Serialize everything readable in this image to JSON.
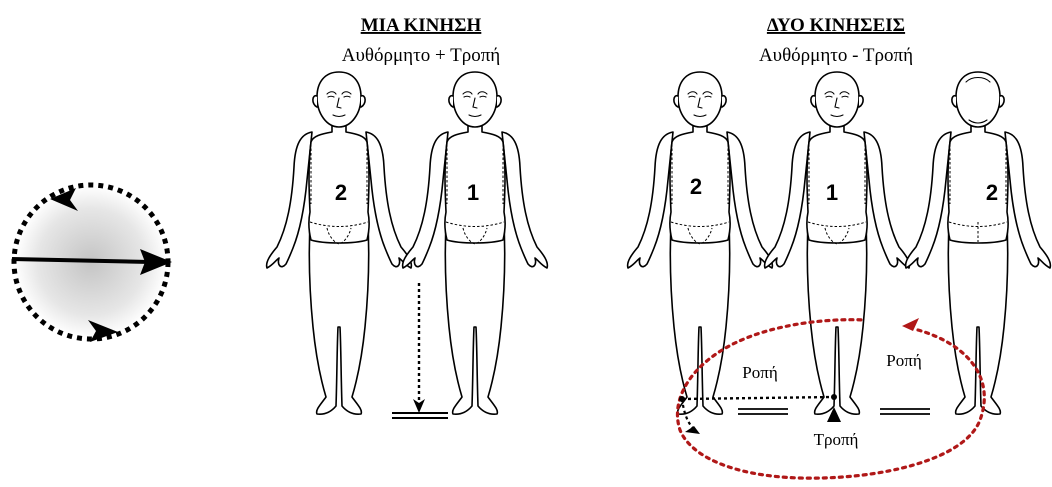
{
  "left_panel": {
    "title": "ΜΙΑ ΚΙΝΗΣΗ",
    "subtitle": "Αυθόρμητο + Τροπή",
    "figure_labels": [
      "2",
      "1"
    ]
  },
  "right_panel": {
    "title": "ΔΥΟ ΚΙΝΗΣΕΙΣ",
    "subtitle": "Αυθόρμητο - Τροπή",
    "figure_labels": [
      "2",
      "1",
      "2"
    ],
    "torque_label_left": "Ροπή",
    "torque_label_right": "Ροπή",
    "strain_label": "Τροπή"
  },
  "colors": {
    "ink": "#000000",
    "torque_loop": "#b01818",
    "circle_shade": "#c8c8c8"
  }
}
